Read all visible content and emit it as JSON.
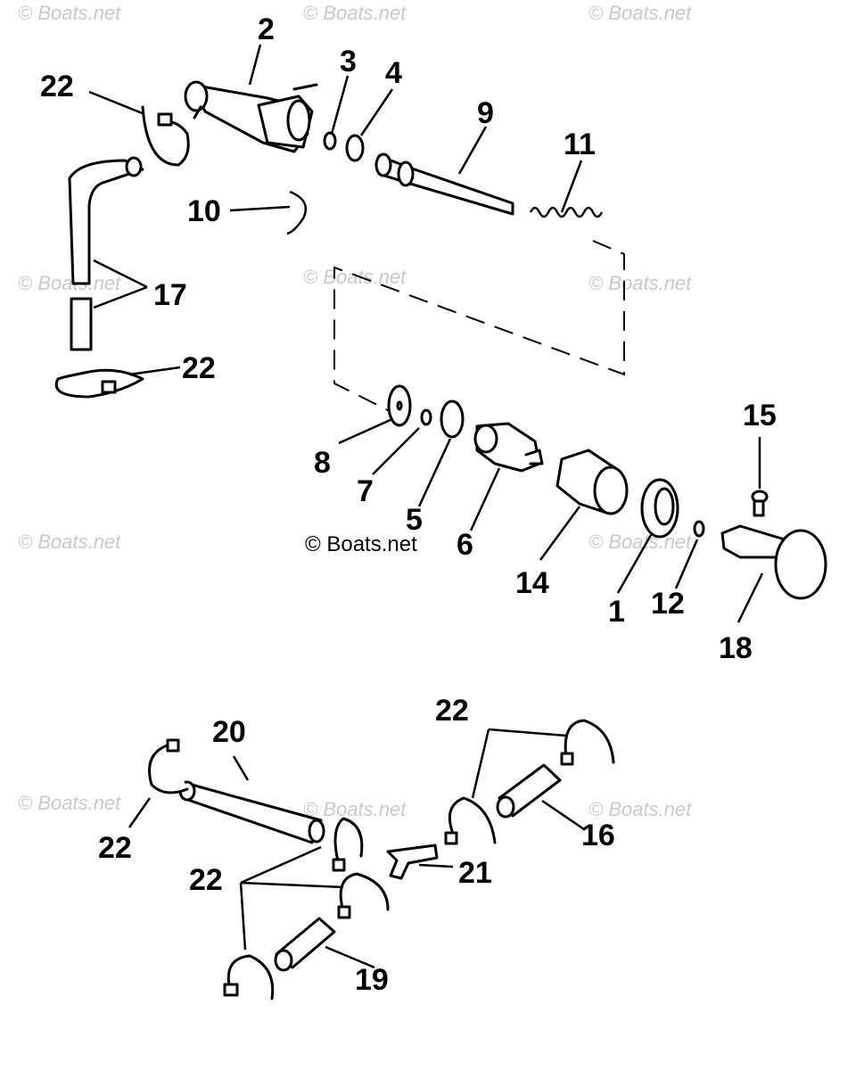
{
  "watermark_text": "© Boats.net",
  "copyright_text": "© Boats.net",
  "callouts": {
    "c1": "1",
    "c2": "2",
    "c3": "3",
    "c4": "4",
    "c5": "5",
    "c6": "6",
    "c7": "7",
    "c8": "8",
    "c9": "9",
    "c10": "10",
    "c11": "11",
    "c12": "12",
    "c14": "14",
    "c15": "15",
    "c16": "16",
    "c17": "17",
    "c18": "18",
    "c19": "19",
    "c20": "20",
    "c21": "21",
    "c22": "22"
  }
}
